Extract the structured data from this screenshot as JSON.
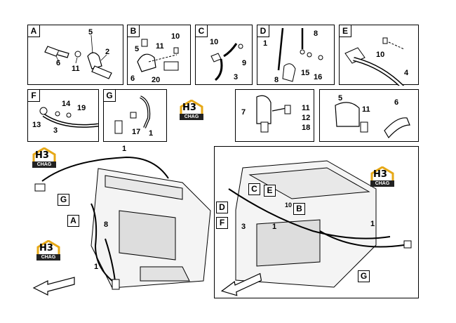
{
  "panels": {
    "A": {
      "label": "A",
      "callouts": [
        "5",
        "2",
        "6",
        "11"
      ]
    },
    "B": {
      "label": "B",
      "callouts": [
        "10",
        "5",
        "11",
        "6",
        "20"
      ]
    },
    "C": {
      "label": "C",
      "callouts": [
        "10",
        "9",
        "3"
      ]
    },
    "D": {
      "label": "D",
      "callouts": [
        "8",
        "1",
        "15",
        "16",
        "8"
      ]
    },
    "E": {
      "label": "E",
      "callouts": [
        "10",
        "4"
      ]
    },
    "F": {
      "label": "F",
      "callouts": [
        "14",
        "19",
        "13",
        "3"
      ]
    },
    "G": {
      "label": "G",
      "callouts": [
        "17",
        "1"
      ]
    },
    "bracket7": {
      "callouts": [
        "7",
        "11",
        "12",
        "18"
      ]
    },
    "clip": {
      "callouts": [
        "5",
        "11",
        "6"
      ]
    }
  },
  "badge": {
    "top": "H3",
    "strip": "CHAG"
  },
  "left_view": {
    "box_labels": [
      "G",
      "A"
    ],
    "callouts": [
      "1",
      "8",
      "1"
    ]
  },
  "right_view": {
    "box_labels": [
      "C",
      "E",
      "D",
      "B",
      "F",
      "G"
    ],
    "callouts": [
      "10",
      "3",
      "1",
      "1"
    ]
  },
  "colors": {
    "line": "#000000",
    "badge_gold": "#e6a817"
  }
}
